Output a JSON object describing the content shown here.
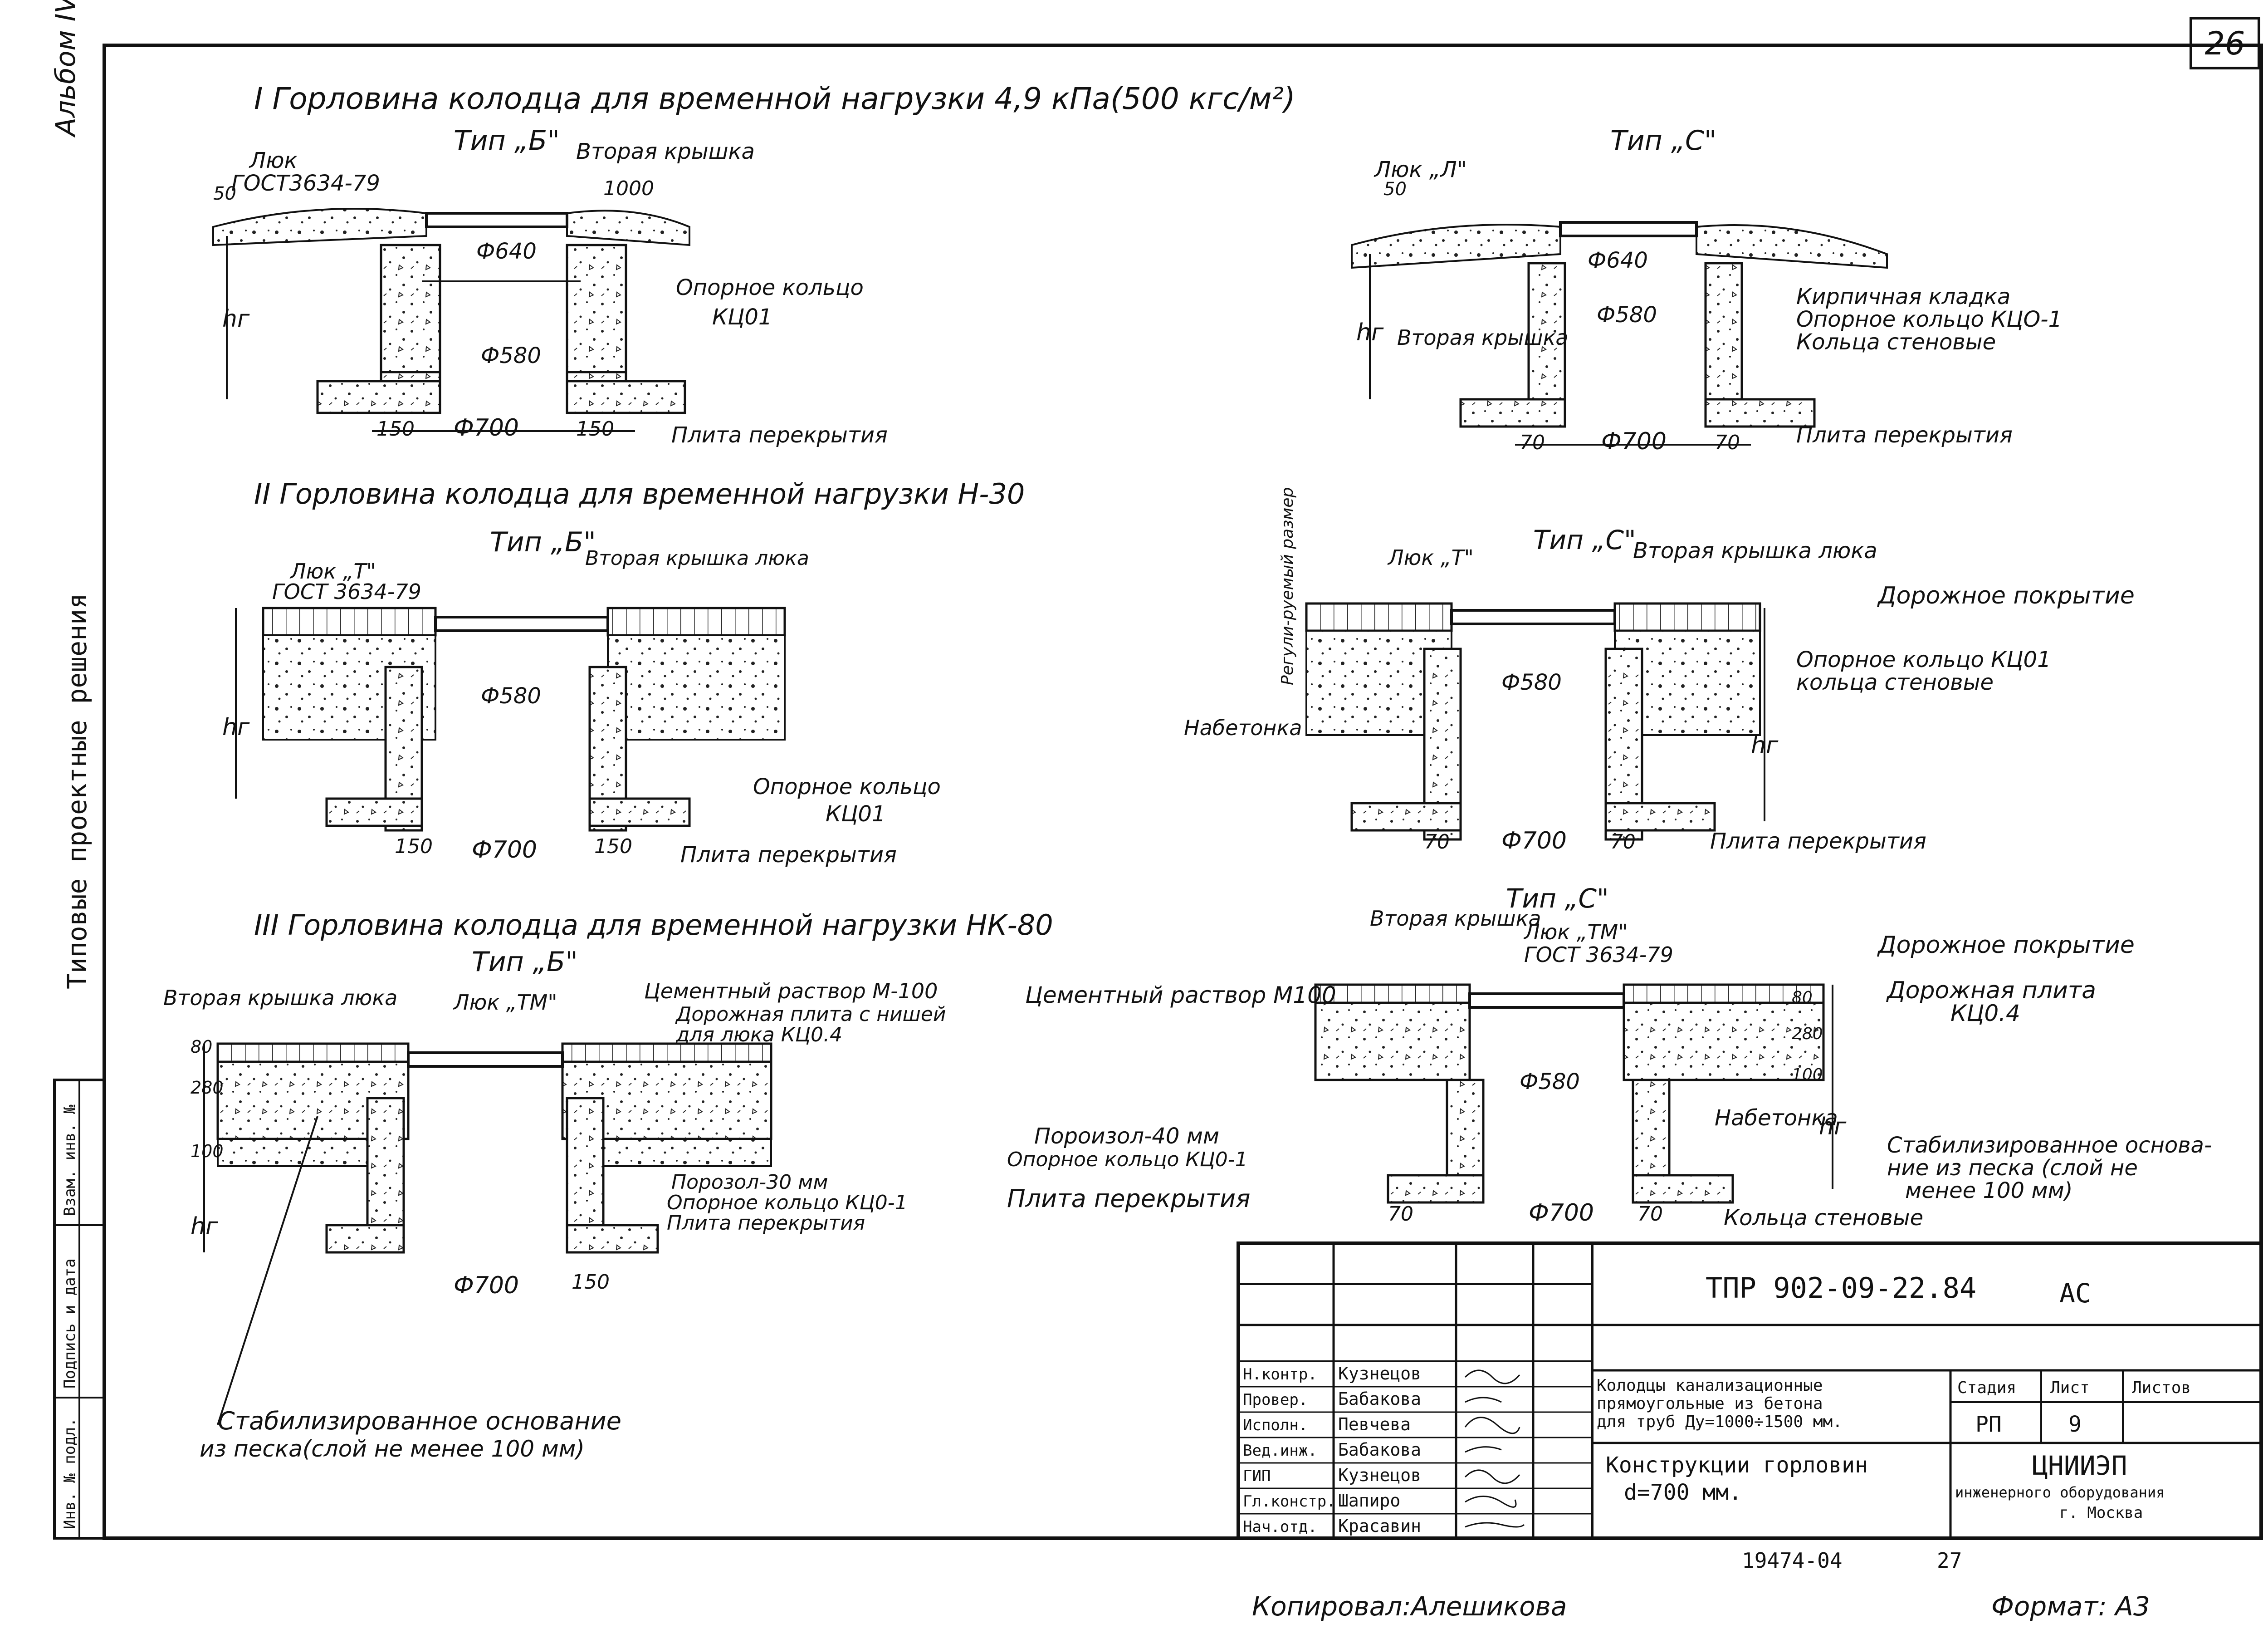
{
  "sheet": {
    "page_number": "26",
    "album_label": "Альбом IV",
    "series_label": "Типовые проектные решения",
    "side_stamp": [
      "Инв. № подл.",
      "Подпись и дата",
      "Взам. инв. №"
    ],
    "copied_by": "Копировал:Алешикова",
    "format": "Формат: А3",
    "bottom_number": "19474-04",
    "bottom_page": "27"
  },
  "sections": [
    {
      "title": "I Горловина колодца для временной нагрузки 4,9 кПа(500 кгс/м²)",
      "left": {
        "type_label": "Тип „Б\"",
        "labels": [
          "Люк",
          "ГОСТ3634-79",
          "Вторая крышка",
          "Опорное кольцо",
          "КЦ01",
          "Плита перекрытия"
        ],
        "dims": [
          "50",
          "1000",
          "Ф640",
          "Ф580",
          "Ф700",
          "150",
          "150",
          "hг"
        ]
      },
      "right": {
        "type_label": "Тип „С\"",
        "labels": [
          "Люк „Л\"",
          "Кирпичная кладка",
          "Опорное кольцо КЦО-1",
          "Кольца стеновые",
          "Вторая крышка",
          "Плита перекрытия"
        ],
        "dims": [
          "50",
          "Ф640",
          "Ф580",
          "Ф700",
          "70",
          "70",
          "hг"
        ]
      }
    },
    {
      "title": "II Горловина колодца для временной нагрузки Н-30",
      "left": {
        "type_label": "Тип „Б\"",
        "labels": [
          "Люк „Т\"",
          "ГОСТ 3634-79",
          "Вторая крышка люка",
          "Опорное кольцо",
          "КЦ01",
          "Плита перекрытия"
        ],
        "dims": [
          "Ф580",
          "Ф700",
          "150",
          "150",
          "hг"
        ]
      },
      "right": {
        "type_label": "Тип „С\"",
        "labels": [
          "Люк „Т\"",
          "Вторая крышка люка",
          "Дорожное покрытие",
          "Опорное кольцо КЦ01",
          "кольца стеновые",
          "Набетонка",
          "Плита перекрытия",
          "Регули-руемый размер"
        ],
        "dims": [
          "Ф580",
          "Ф700",
          "70",
          "70",
          "hг"
        ]
      }
    },
    {
      "title": "III Горловина колодца для временной нагрузки НК-80",
      "left": {
        "type_label": "Тип „Б\"",
        "labels": [
          "Вторая крышка люка",
          "Люк „ТМ\"",
          "Цементный раствор М-100",
          "Дорожная плита с нишей",
          "для люка КЦ0.4",
          "Порозол-30 мм",
          "Опорное кольцо КЦ0-1",
          "Плита перекрытия",
          "Стабилизированное основание",
          "из песка(слой не менее 100 мм)"
        ],
        "dims": [
          "80",
          "280",
          "100",
          "Ф700",
          "150",
          "hг"
        ]
      },
      "right": {
        "type_label": "Тип „С\"",
        "labels": [
          "Вторая крышка",
          "Люк „ТМ\"",
          "ГОСТ 3634-79",
          "Дорожное покрытие",
          "Дорожная плита",
          "КЦ0.4",
          "Цементный раствор М100",
          "Пороизол-40 мм",
          "Опорное кольцо КЦ0-1",
          "Плита перекрытия",
          "Набетонка",
          "Стабилизированное основа-",
          "ние из песка (слой не",
          "менее 100 мм)",
          "Кольца стеновые"
        ],
        "dims": [
          "80",
          "280",
          "100",
          "Ф580",
          "Ф700",
          "70",
          "70",
          "hг"
        ]
      }
    }
  ],
  "title_block": {
    "code": "ТПР 902-09-22.84",
    "mark": "АС",
    "roles": [
      {
        "role": "Н.контр.",
        "name": "Кузнецов"
      },
      {
        "role": "Провер.",
        "name": "Бабакова"
      },
      {
        "role": "Исполн.",
        "name": "Певчева"
      },
      {
        "role": "Вед.инж.",
        "name": "Бабакова"
      },
      {
        "role": "ГИП",
        "name": "Кузнецов"
      },
      {
        "role": "Гл.констр.",
        "name": "Шапиро"
      },
      {
        "role": "Нач.отд.",
        "name": "Красавин"
      }
    ],
    "project_title": [
      "Колодцы канализационные",
      "прямоугольные из бетона",
      "для труб Ду=1000÷1500 мм."
    ],
    "sheet_title": [
      "Конструкции горловин",
      "d=700 мм."
    ],
    "headers": {
      "stage": "Стадия",
      "sheet": "Лист",
      "sheets": "Листов"
    },
    "values": {
      "stage": "РП",
      "sheet": "9",
      "sheets": ""
    },
    "org": [
      "ЦНИИЭП",
      "инженерного оборудования",
      "г. Москва"
    ]
  }
}
